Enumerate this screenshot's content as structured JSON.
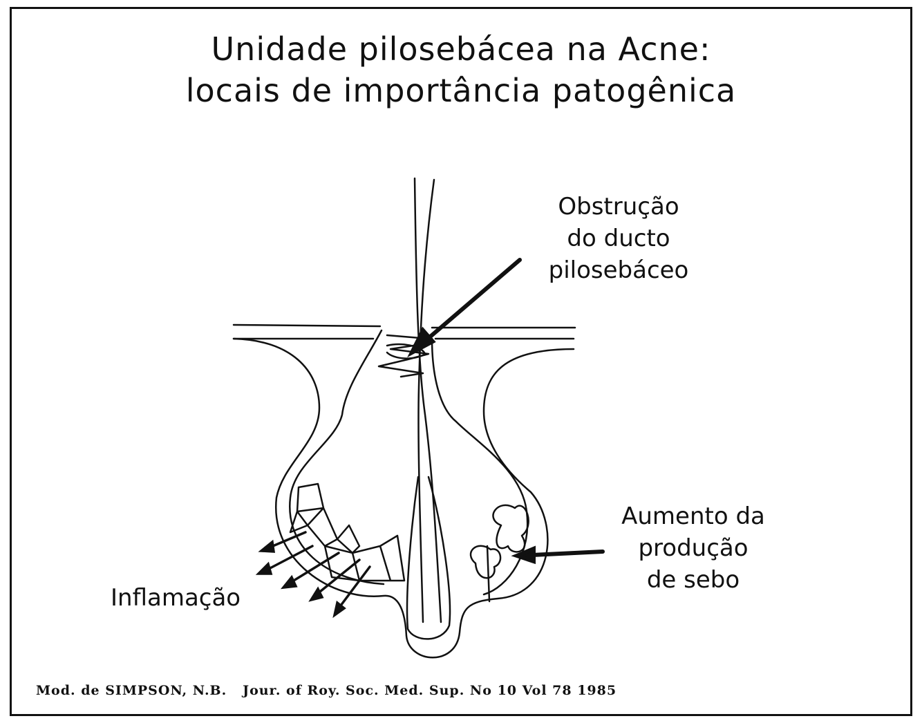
{
  "title": {
    "line1": "Unidade pilosebácea na Acne:",
    "line2": "locais de importância patogênica"
  },
  "labels": {
    "obstruction": [
      "Obstrução",
      "do ducto",
      "pilosebáceo"
    ],
    "sebum": [
      "Aumento da",
      "produção",
      "de sebo"
    ],
    "inflammation": "Inflamação"
  },
  "citation": "Mod. de SIMPSON, N.B.   Jour. of Roy. Soc. Med. Sup. No 10 Vol 78 1985"
}
